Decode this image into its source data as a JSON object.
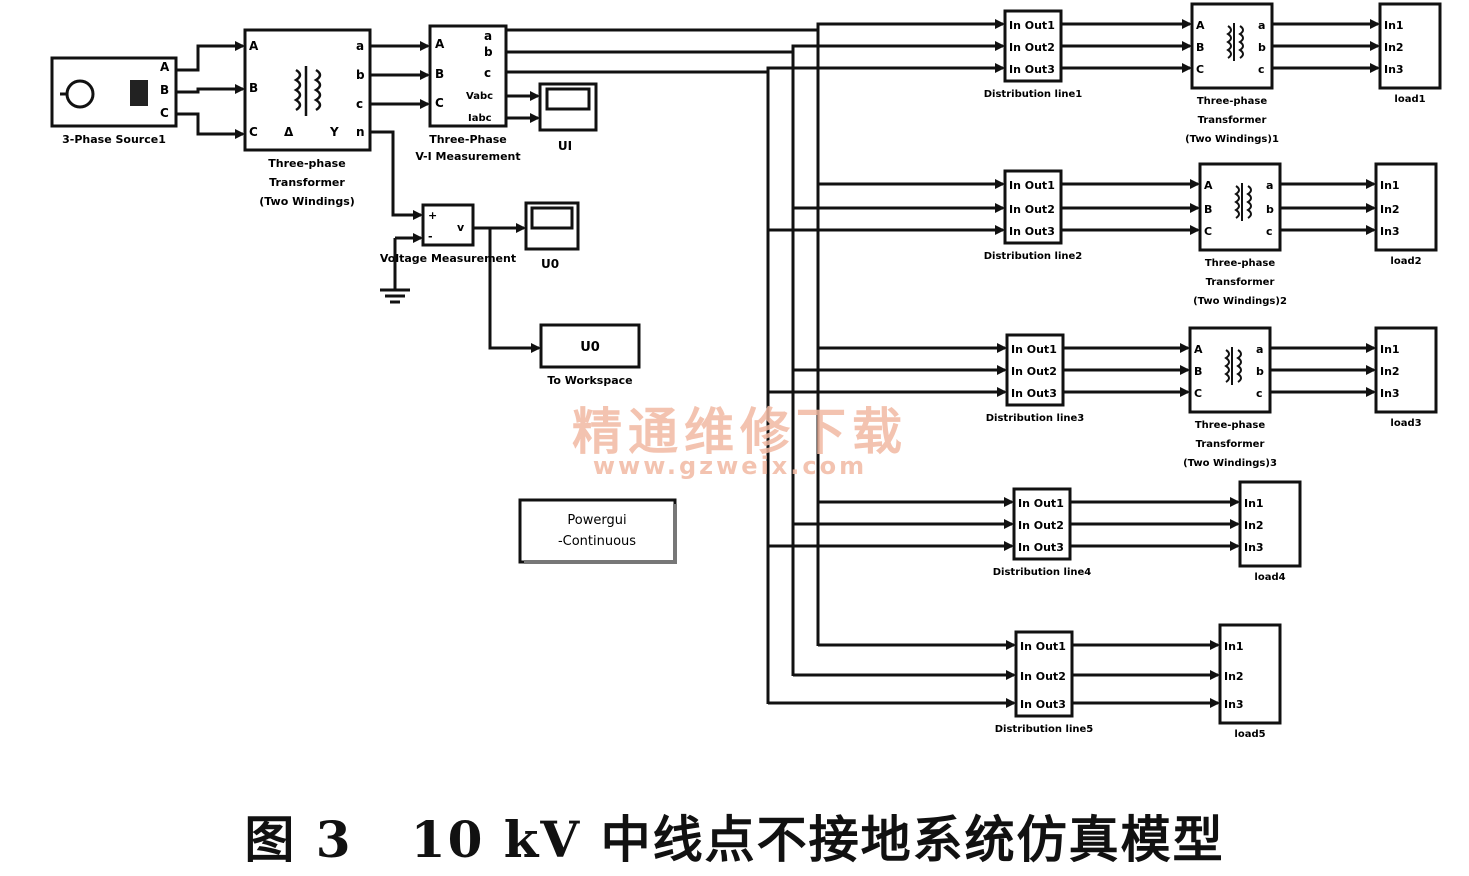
{
  "source": {
    "name": "3-Phase Source1",
    "ports": [
      "A",
      "B",
      "C"
    ]
  },
  "transformer_main": {
    "lines": [
      "Three-phase",
      "Transformer",
      "(Two Windings)"
    ],
    "ports_in": [
      "A",
      "B",
      "C"
    ],
    "ports_out": [
      "a",
      "b",
      "c",
      "n"
    ],
    "winding_labels": [
      "Δ",
      "Y"
    ]
  },
  "vi_measurement": {
    "lines": [
      "Three-Phase",
      "V-I Measurement"
    ],
    "ports_in": [
      "A",
      "B",
      "C"
    ],
    "ports_out": [
      "a",
      "b",
      "c",
      "Vabc",
      "Iabc"
    ]
  },
  "scope_ui": {
    "label": "UI"
  },
  "voltage_measurement": {
    "label": "Voltage Measurement",
    "ports": [
      "+",
      "-",
      "v"
    ]
  },
  "scope_u0": {
    "label": "U0"
  },
  "to_workspace": {
    "value": "U0",
    "label": "To Workspace"
  },
  "powergui": {
    "lines": [
      "Powergui",
      "-Continuous"
    ]
  },
  "feeders": [
    {
      "line_label": "Distribution line1",
      "ports": [
        "In Out1",
        "In Out2",
        "In Out3"
      ],
      "transformer_lines": [
        "Three-phase",
        "Transformer",
        "(Two Windings)1"
      ],
      "load_label": "load1",
      "load_ports": [
        "In1",
        "In2",
        "In3"
      ]
    },
    {
      "line_label": "Distribution line2",
      "ports": [
        "In Out1",
        "In Out2",
        "In Out3"
      ],
      "transformer_lines": [
        "Three-phase",
        "Transformer",
        "(Two Windings)2"
      ],
      "load_label": "load2",
      "load_ports": [
        "In1",
        "In2",
        "In3"
      ]
    },
    {
      "line_label": "Distribution line3",
      "ports": [
        "In Out1",
        "In Out2",
        "In Out3"
      ],
      "transformer_lines": [
        "Three-phase",
        "Transformer",
        "(Two Windings)3"
      ],
      "load_label": "load3",
      "load_ports": [
        "In1",
        "In2",
        "In3"
      ]
    },
    {
      "line_label": "Distribution line4",
      "ports": [
        "In Out1",
        "In Out2",
        "In Out3"
      ],
      "load_label": "load4",
      "load_ports": [
        "In1",
        "In2",
        "In3"
      ]
    },
    {
      "line_label": "Distribution line5",
      "ports": [
        "In Out1",
        "In Out2",
        "In Out3"
      ],
      "load_label": "load5",
      "load_ports": [
        "In1",
        "In2",
        "In3"
      ]
    }
  ],
  "transformer_ports": {
    "in": [
      "A",
      "B",
      "C"
    ],
    "out": [
      "a",
      "b",
      "c"
    ]
  },
  "watermark": {
    "main": "精通维修下载",
    "url": "www.gzweix.com"
  },
  "caption": "图 3   10 kV 中线点不接地系统仿真模型",
  "colors": {
    "line": "#111111",
    "watermark": "#f2b9a3"
  }
}
